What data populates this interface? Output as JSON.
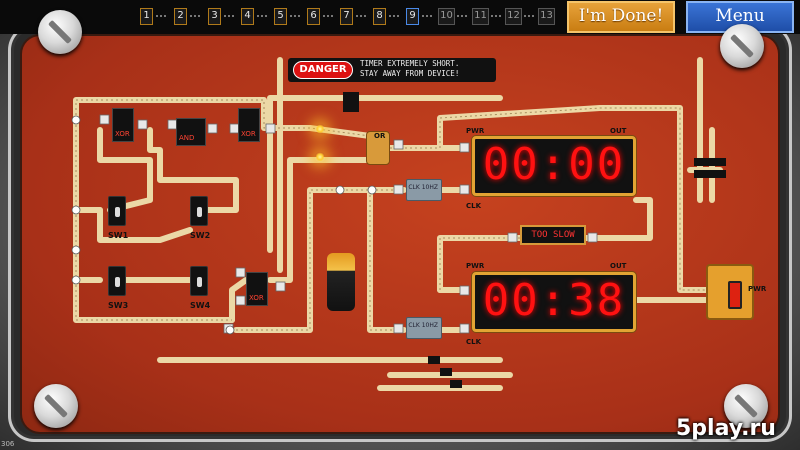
{
  "levels": [
    {
      "number": "1",
      "state": "done"
    },
    {
      "number": "2",
      "state": "done"
    },
    {
      "number": "3",
      "state": "done"
    },
    {
      "number": "4",
      "state": "done"
    },
    {
      "number": "5",
      "state": "done"
    },
    {
      "number": "6",
      "state": "done"
    },
    {
      "number": "7",
      "state": "done"
    },
    {
      "number": "8",
      "state": "done"
    },
    {
      "number": "9",
      "state": "current"
    },
    {
      "number": "10",
      "state": "locked"
    },
    {
      "number": "11",
      "state": "locked"
    },
    {
      "number": "12",
      "state": "locked"
    },
    {
      "number": "13",
      "state": "locked"
    }
  ],
  "buttons": {
    "done": "I'm Done!",
    "menu": "Menu"
  },
  "danger": {
    "badge": "DANGER",
    "line1": "TIMER EXTREMELY SHORT.",
    "line2": "STAY AWAY FROM DEVICE!"
  },
  "switches": {
    "sw1": "SW1",
    "sw2": "SW2",
    "sw3": "SW3",
    "sw4": "SW4"
  },
  "gates": {
    "xor": "XOR",
    "and": "AND",
    "or": "OR"
  },
  "timer_top": {
    "display": "00:00",
    "pwr": "PWR",
    "out": "OUT",
    "clk": "CLK"
  },
  "timer_bottom": {
    "display": "00:38",
    "pwr": "PWR",
    "out": "OUT",
    "clk": "CLK"
  },
  "clock_chips": {
    "top": "CLK\n10HZ",
    "bottom": "CLK\n10HZ"
  },
  "too_slow": "TOO SLOW",
  "power": {
    "label": "PWR"
  },
  "watermark": "5play.ru",
  "corner_number": "306",
  "colors": {
    "board": "#b4371c",
    "trace": "#f0e2b0",
    "digits": "#ff1111",
    "done_button": "#d88a20",
    "menu_button": "#2a5fc0"
  }
}
